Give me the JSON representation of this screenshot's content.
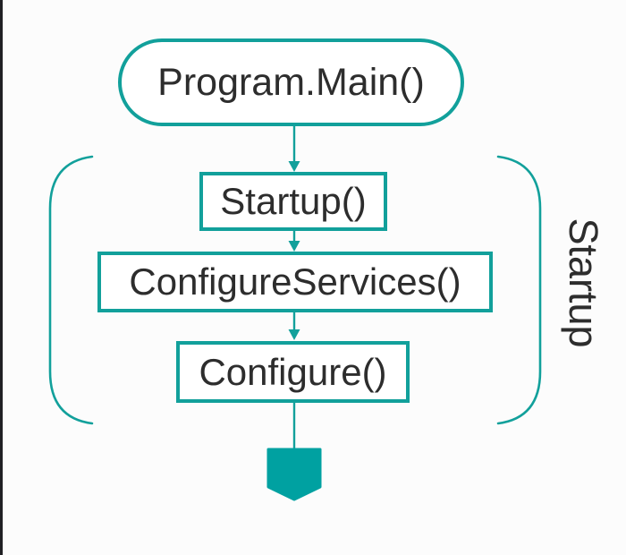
{
  "colors": {
    "accent": "#12a09b",
    "pentagon": "#00a1a1",
    "text": "#2d2d2d",
    "edge": "#202024",
    "background": "#fcfcfc"
  },
  "diagram": {
    "entry_node": "Program.Main()",
    "startup_node": "Startup()",
    "configure_services_node": "ConfigureServices()",
    "configure_node": "Configure()",
    "group_label": "Startup"
  }
}
